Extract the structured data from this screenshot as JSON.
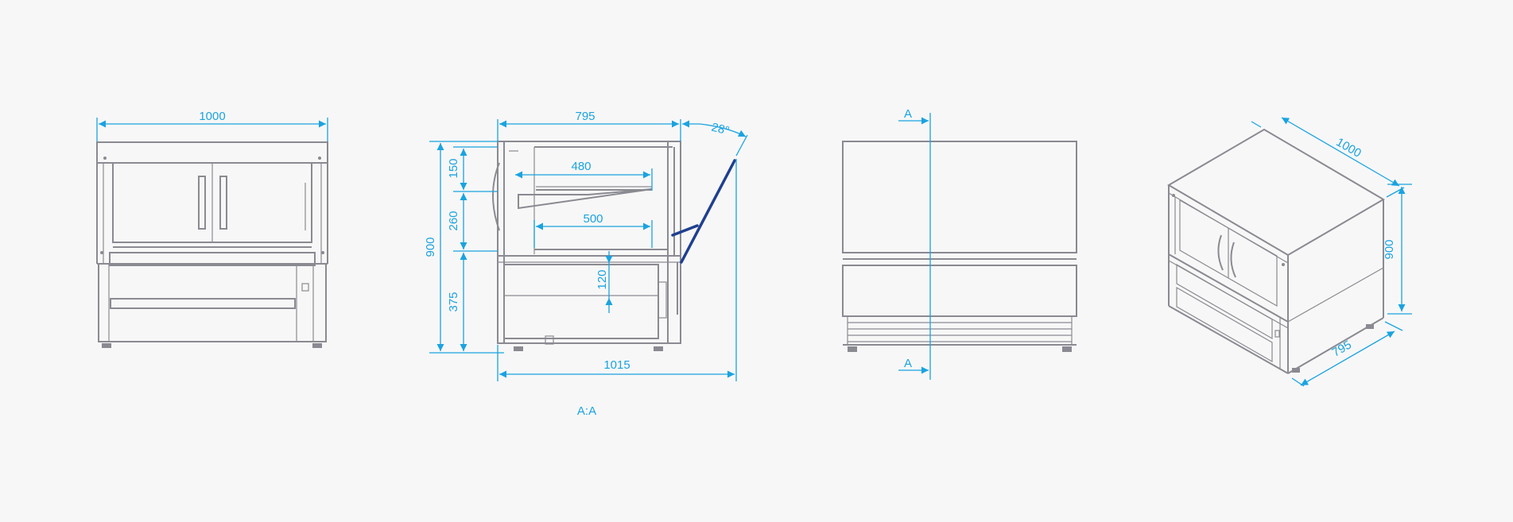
{
  "views": {
    "front": {
      "width": "1000"
    },
    "section": {
      "depth_top": "795",
      "angle": "28°",
      "shelf_top_depth": "480",
      "shelf_bottom_depth": "500",
      "height_total": "900",
      "height_canopy": "150",
      "height_display": "260",
      "height_base": "375",
      "well_depth": "120",
      "depth_overall": "1015",
      "caption": "A:A"
    },
    "side": {
      "section_mark_top": "A",
      "section_mark_bottom": "A"
    },
    "iso": {
      "width": "1000",
      "height": "900",
      "depth": "795"
    }
  },
  "colors": {
    "dimension": "#1aa3e0",
    "outline": "#8a8a92",
    "glass_edge": "#1f3f8f",
    "background": "#f7f7f7"
  }
}
